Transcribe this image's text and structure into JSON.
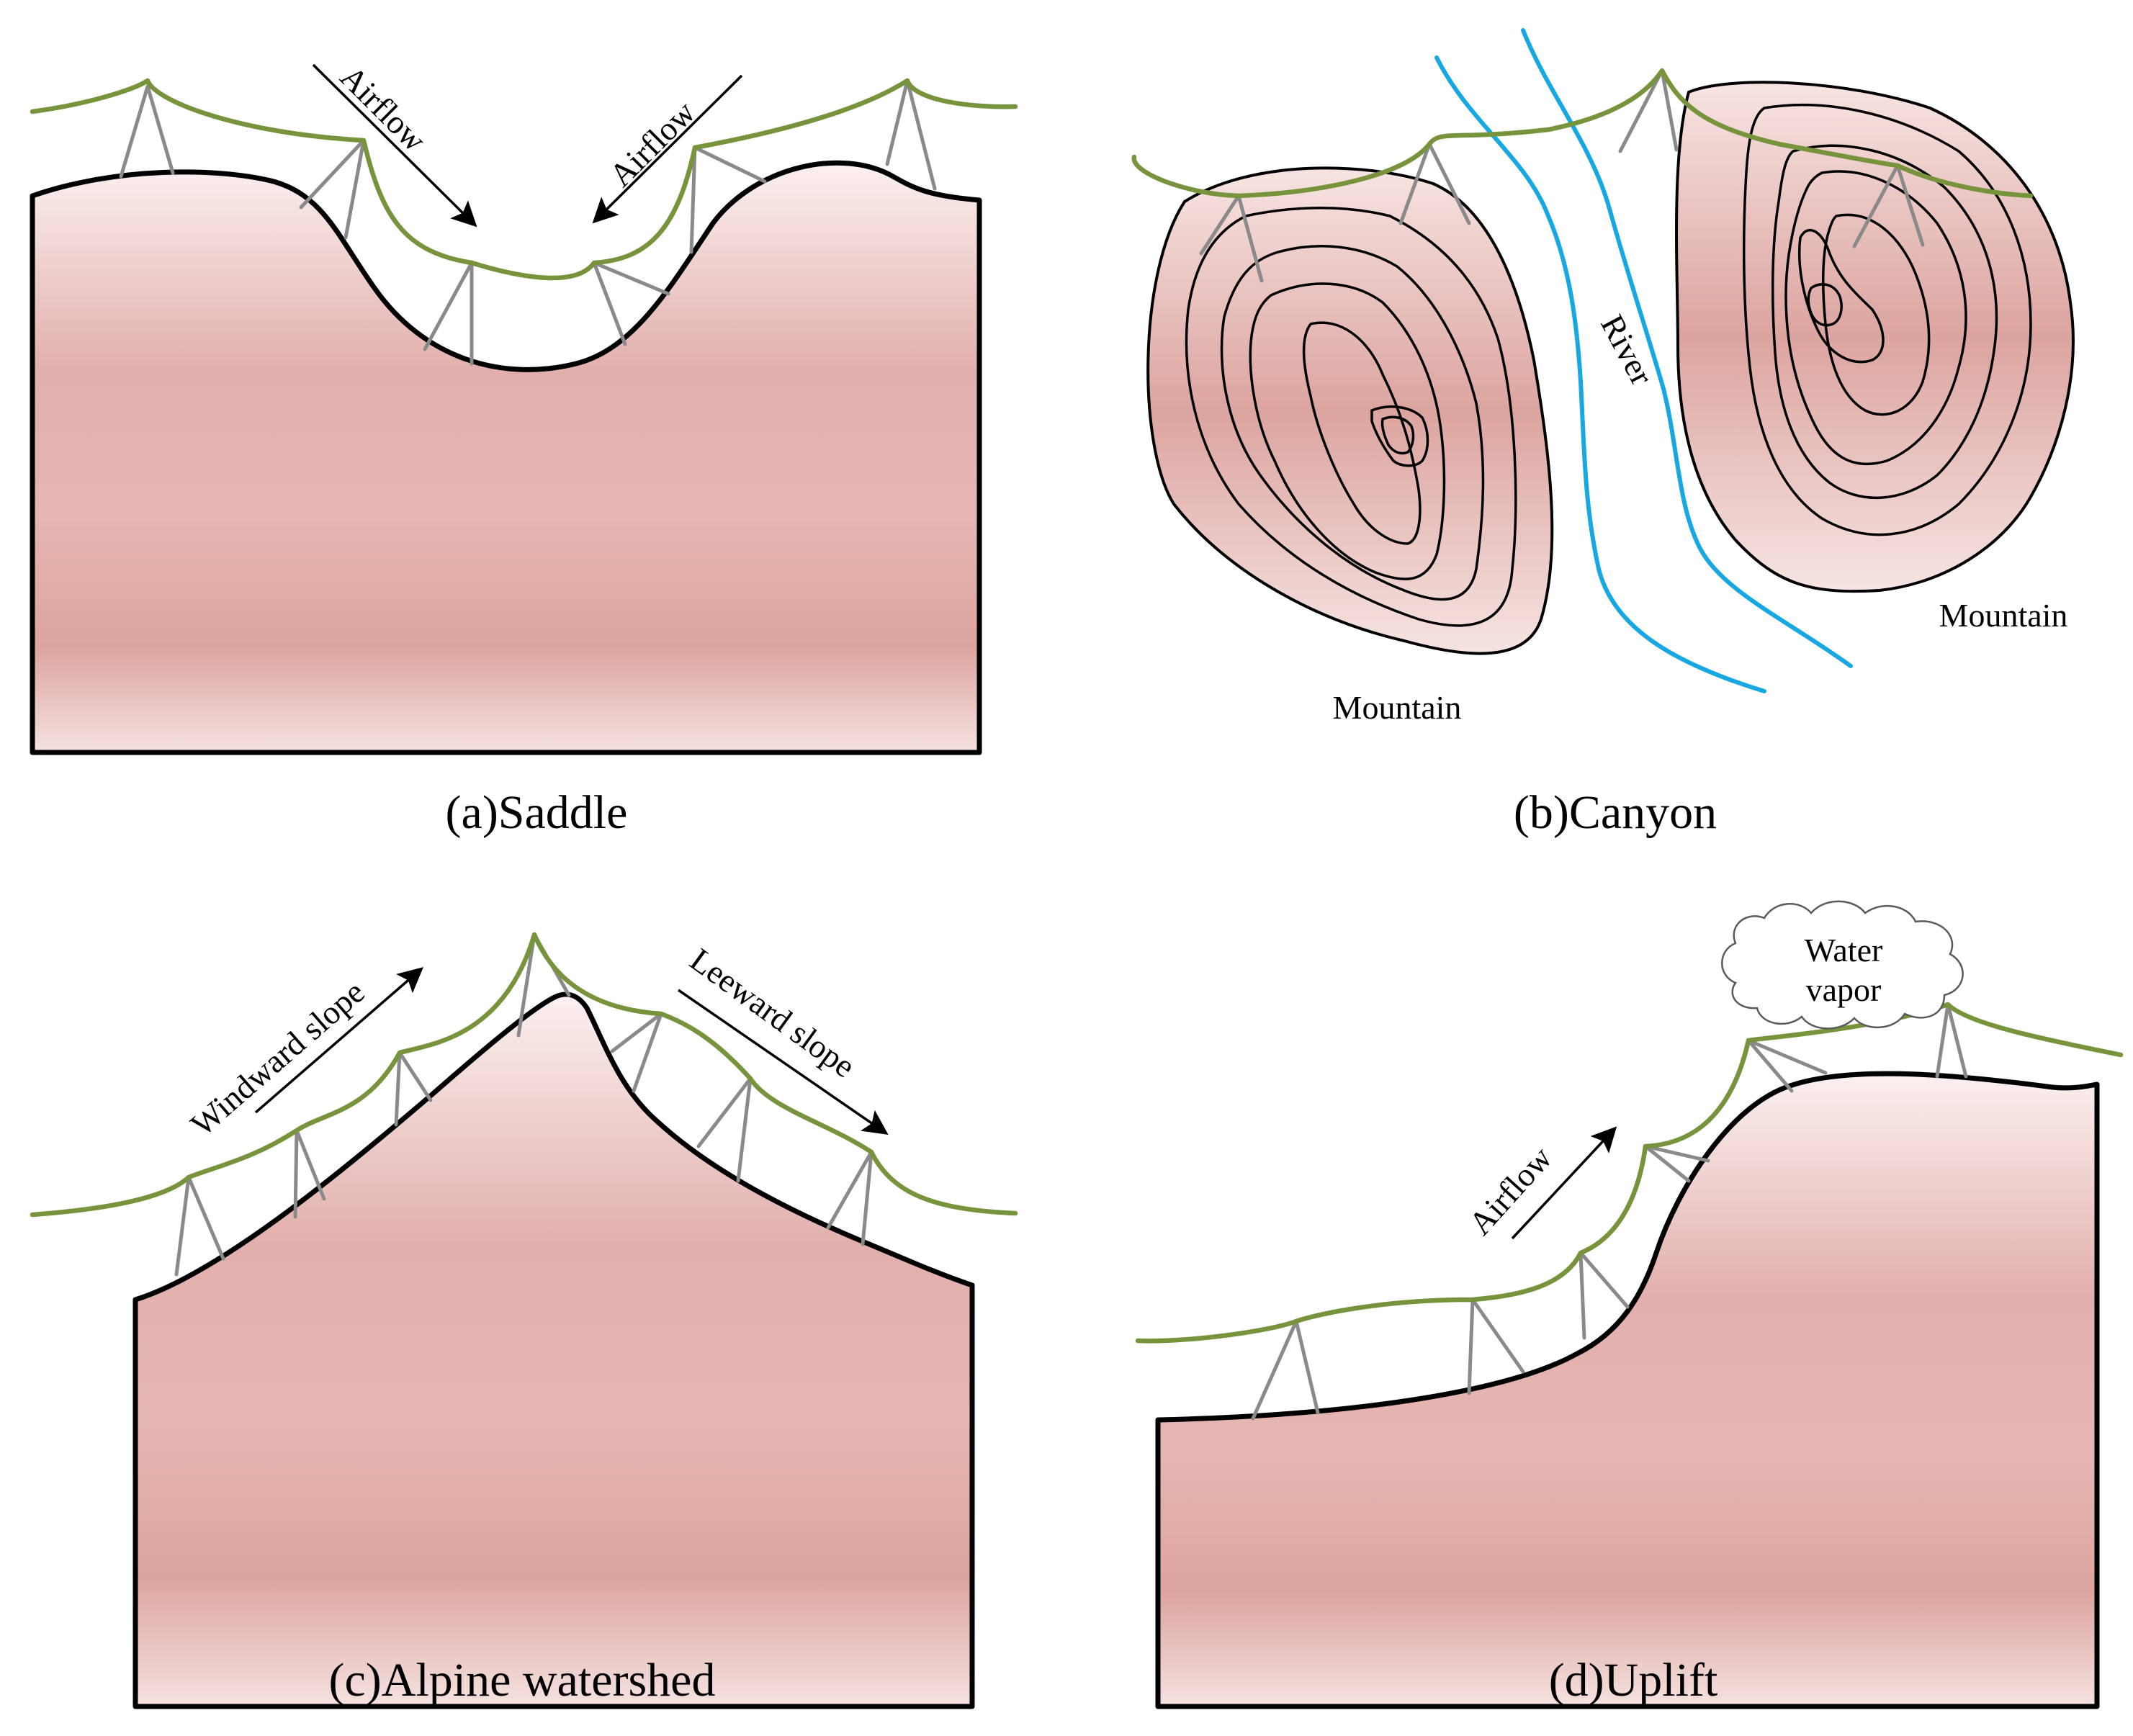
{
  "panels": {
    "a": {
      "caption": "(a)Saddle",
      "labels": {
        "airflow_left": "Airflow",
        "airflow_right": "Airflow"
      }
    },
    "b": {
      "caption": "(b)Canyon",
      "labels": {
        "river": "River",
        "mountain_left": "Mountain",
        "mountain_right": "Mountain"
      }
    },
    "c": {
      "caption": "(c)Alpine watershed",
      "labels": {
        "windward": "Windward slope",
        "leeward": "Leeward slope"
      }
    },
    "d": {
      "caption": "(d)Uplift",
      "labels": {
        "airflow": "Airflow",
        "vapor_line1": "Water",
        "vapor_line2": "vapor"
      }
    }
  },
  "colors": {
    "terrain_light": "#fbf0f0",
    "terrain_mid": "#e2aeaa",
    "terrain_dark": "#dca49f",
    "wire": "#77933c",
    "tower": "#8a8a8a",
    "river": "#17a8e3",
    "outline": "#000000"
  }
}
